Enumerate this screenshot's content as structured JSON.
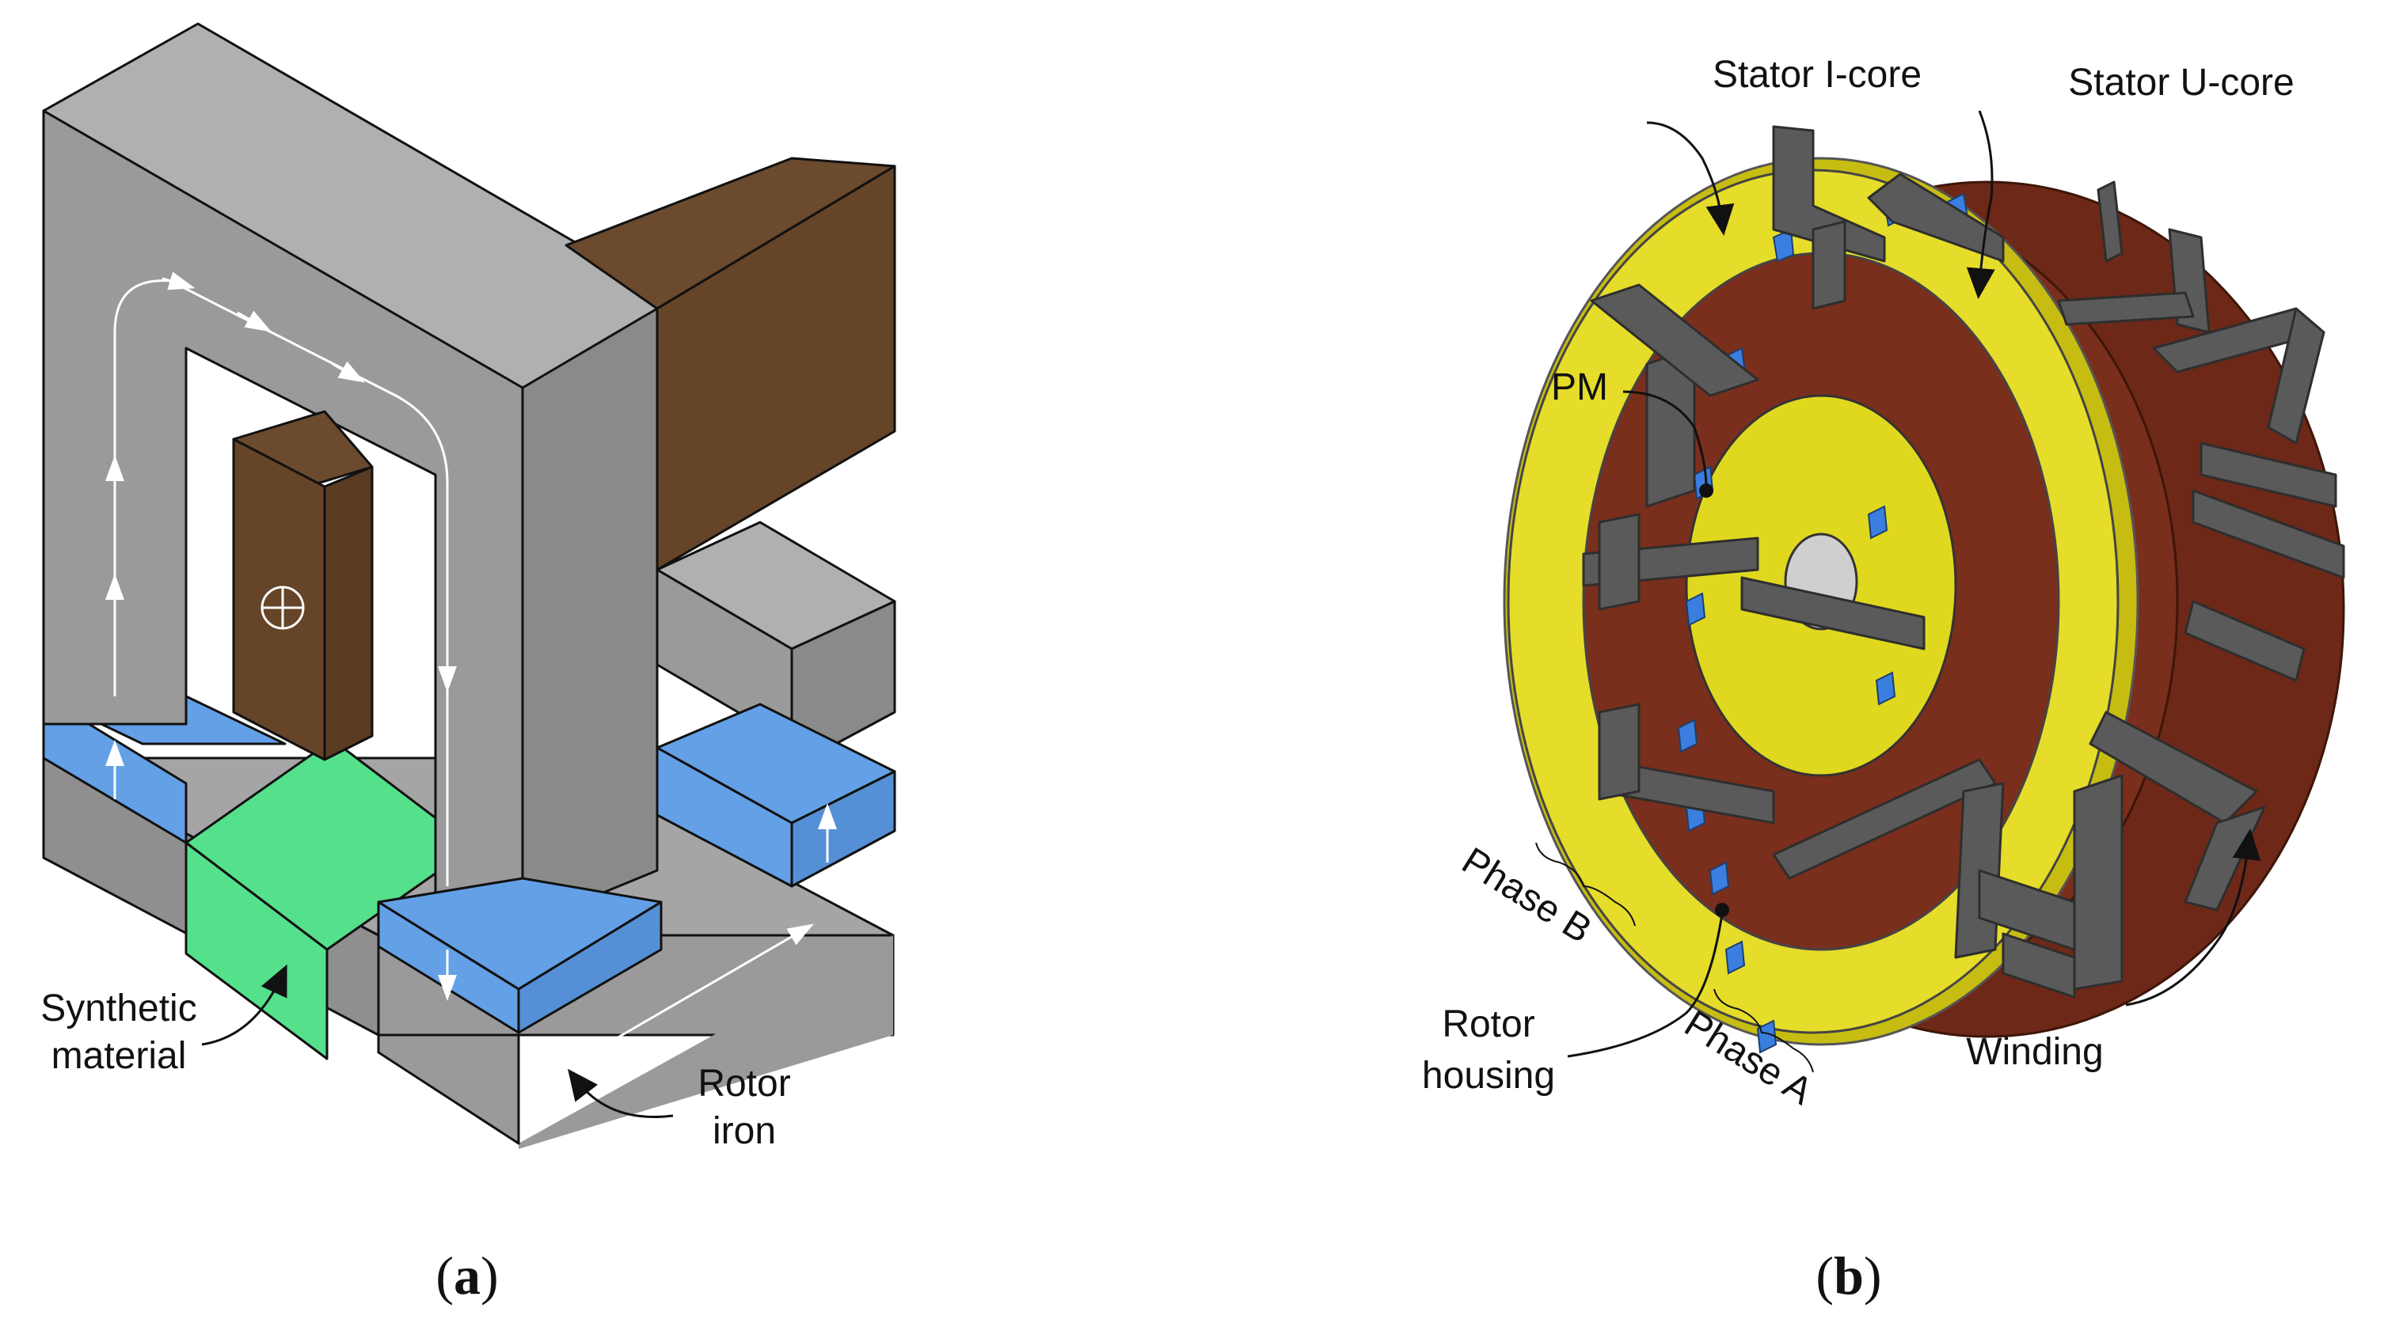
{
  "panel_a": {
    "caption_letter": "a",
    "labels": {
      "synthetic": [
        "Synthetic",
        "material"
      ],
      "rotor_iron": [
        "Rotor",
        "iron"
      ]
    }
  },
  "panel_b": {
    "caption_letter": "b",
    "labels": {
      "stator_i_core": "Stator I-core",
      "stator_u_core": "Stator U-core",
      "pm": "PM",
      "phase_b": "Phase B",
      "phase_a": "Phase A",
      "rotor_housing": [
        "Rotor",
        "housing"
      ],
      "winding": "Winding"
    }
  },
  "colors": {
    "iron_front": "#9a9a9a",
    "iron_side": "#8a8a8a",
    "iron_top": "#b0b0b0",
    "copper": "#654428",
    "magnet": "#63a0e6",
    "synthetic": "#55e08c",
    "winding_red": "#7a2e1c",
    "housing_yellow": "#e6dc2a",
    "core_dark": "#5a5a5a"
  }
}
